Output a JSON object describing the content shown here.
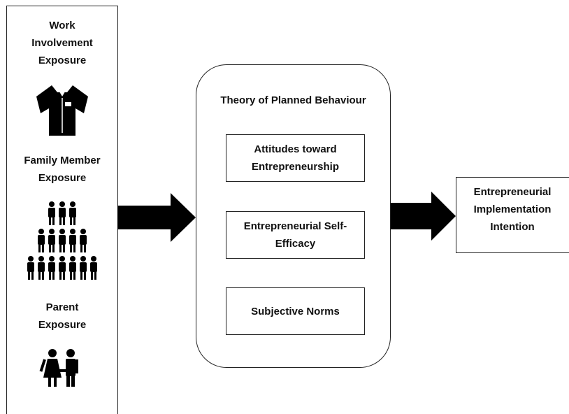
{
  "exposure_panel": {
    "work_label": "Work\nInvolvement\nExposure",
    "family_label": "Family Member\nExposure",
    "parent_label": "Parent\nExposure",
    "work_icon": "shirt-icon",
    "family_icon": "people-group-icon",
    "parent_icon": "couple-icon"
  },
  "tpb": {
    "title": "Theory of Planned Behaviour",
    "components": [
      "Attitudes toward\nEntrepreneurship",
      "Entrepreneurial Self-\nEfficacy",
      "Subjective Norms"
    ]
  },
  "outcome": {
    "label": "Entrepreneurial\nImplementation\nIntention"
  },
  "colors": {
    "line": "#222222",
    "fill": "#000000",
    "background": "#ffffff"
  }
}
